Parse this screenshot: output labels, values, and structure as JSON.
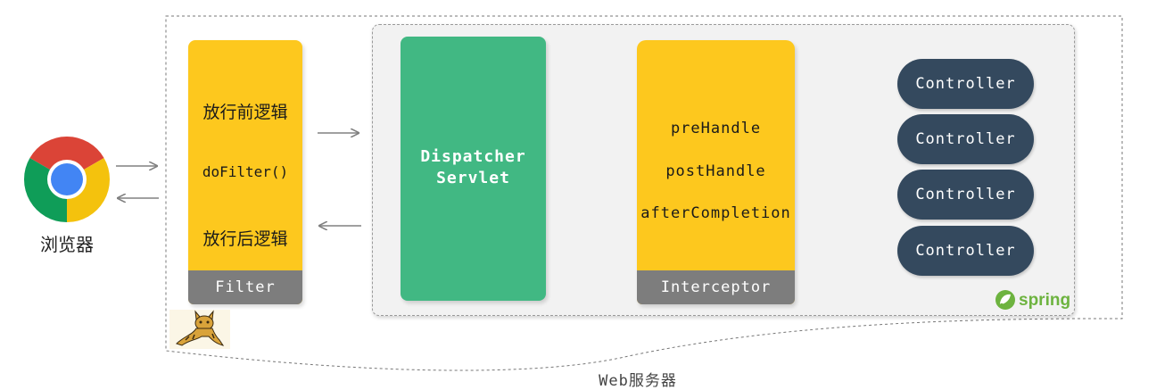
{
  "browser": {
    "label": "浏览器",
    "icon": "chrome-icon"
  },
  "web_server": {
    "label": "Web服务器",
    "icon": "tomcat-icon"
  },
  "filter": {
    "before_text": "放行前逻辑",
    "method_text": "doFilter()",
    "after_text": "放行后逻辑",
    "footer_label": "Filter"
  },
  "dispatcher": {
    "line1": "Dispatcher",
    "line2": "Servlet"
  },
  "interceptor": {
    "methods": [
      "preHandle",
      "postHandle",
      "afterCompletion"
    ],
    "footer_label": "Interceptor"
  },
  "controllers": [
    "Controller",
    "Controller",
    "Controller",
    "Controller"
  ],
  "spring": {
    "logo_text": "spring",
    "icon": "spring-leaf-icon"
  },
  "colors": {
    "filter_yellow": "#fdc81e",
    "dispatcher_green": "#41b883",
    "controller_navy": "#34495e",
    "footer_gray": "#7d7d7d",
    "spring_green": "#6db33f",
    "arrow_gray": "#808080"
  }
}
